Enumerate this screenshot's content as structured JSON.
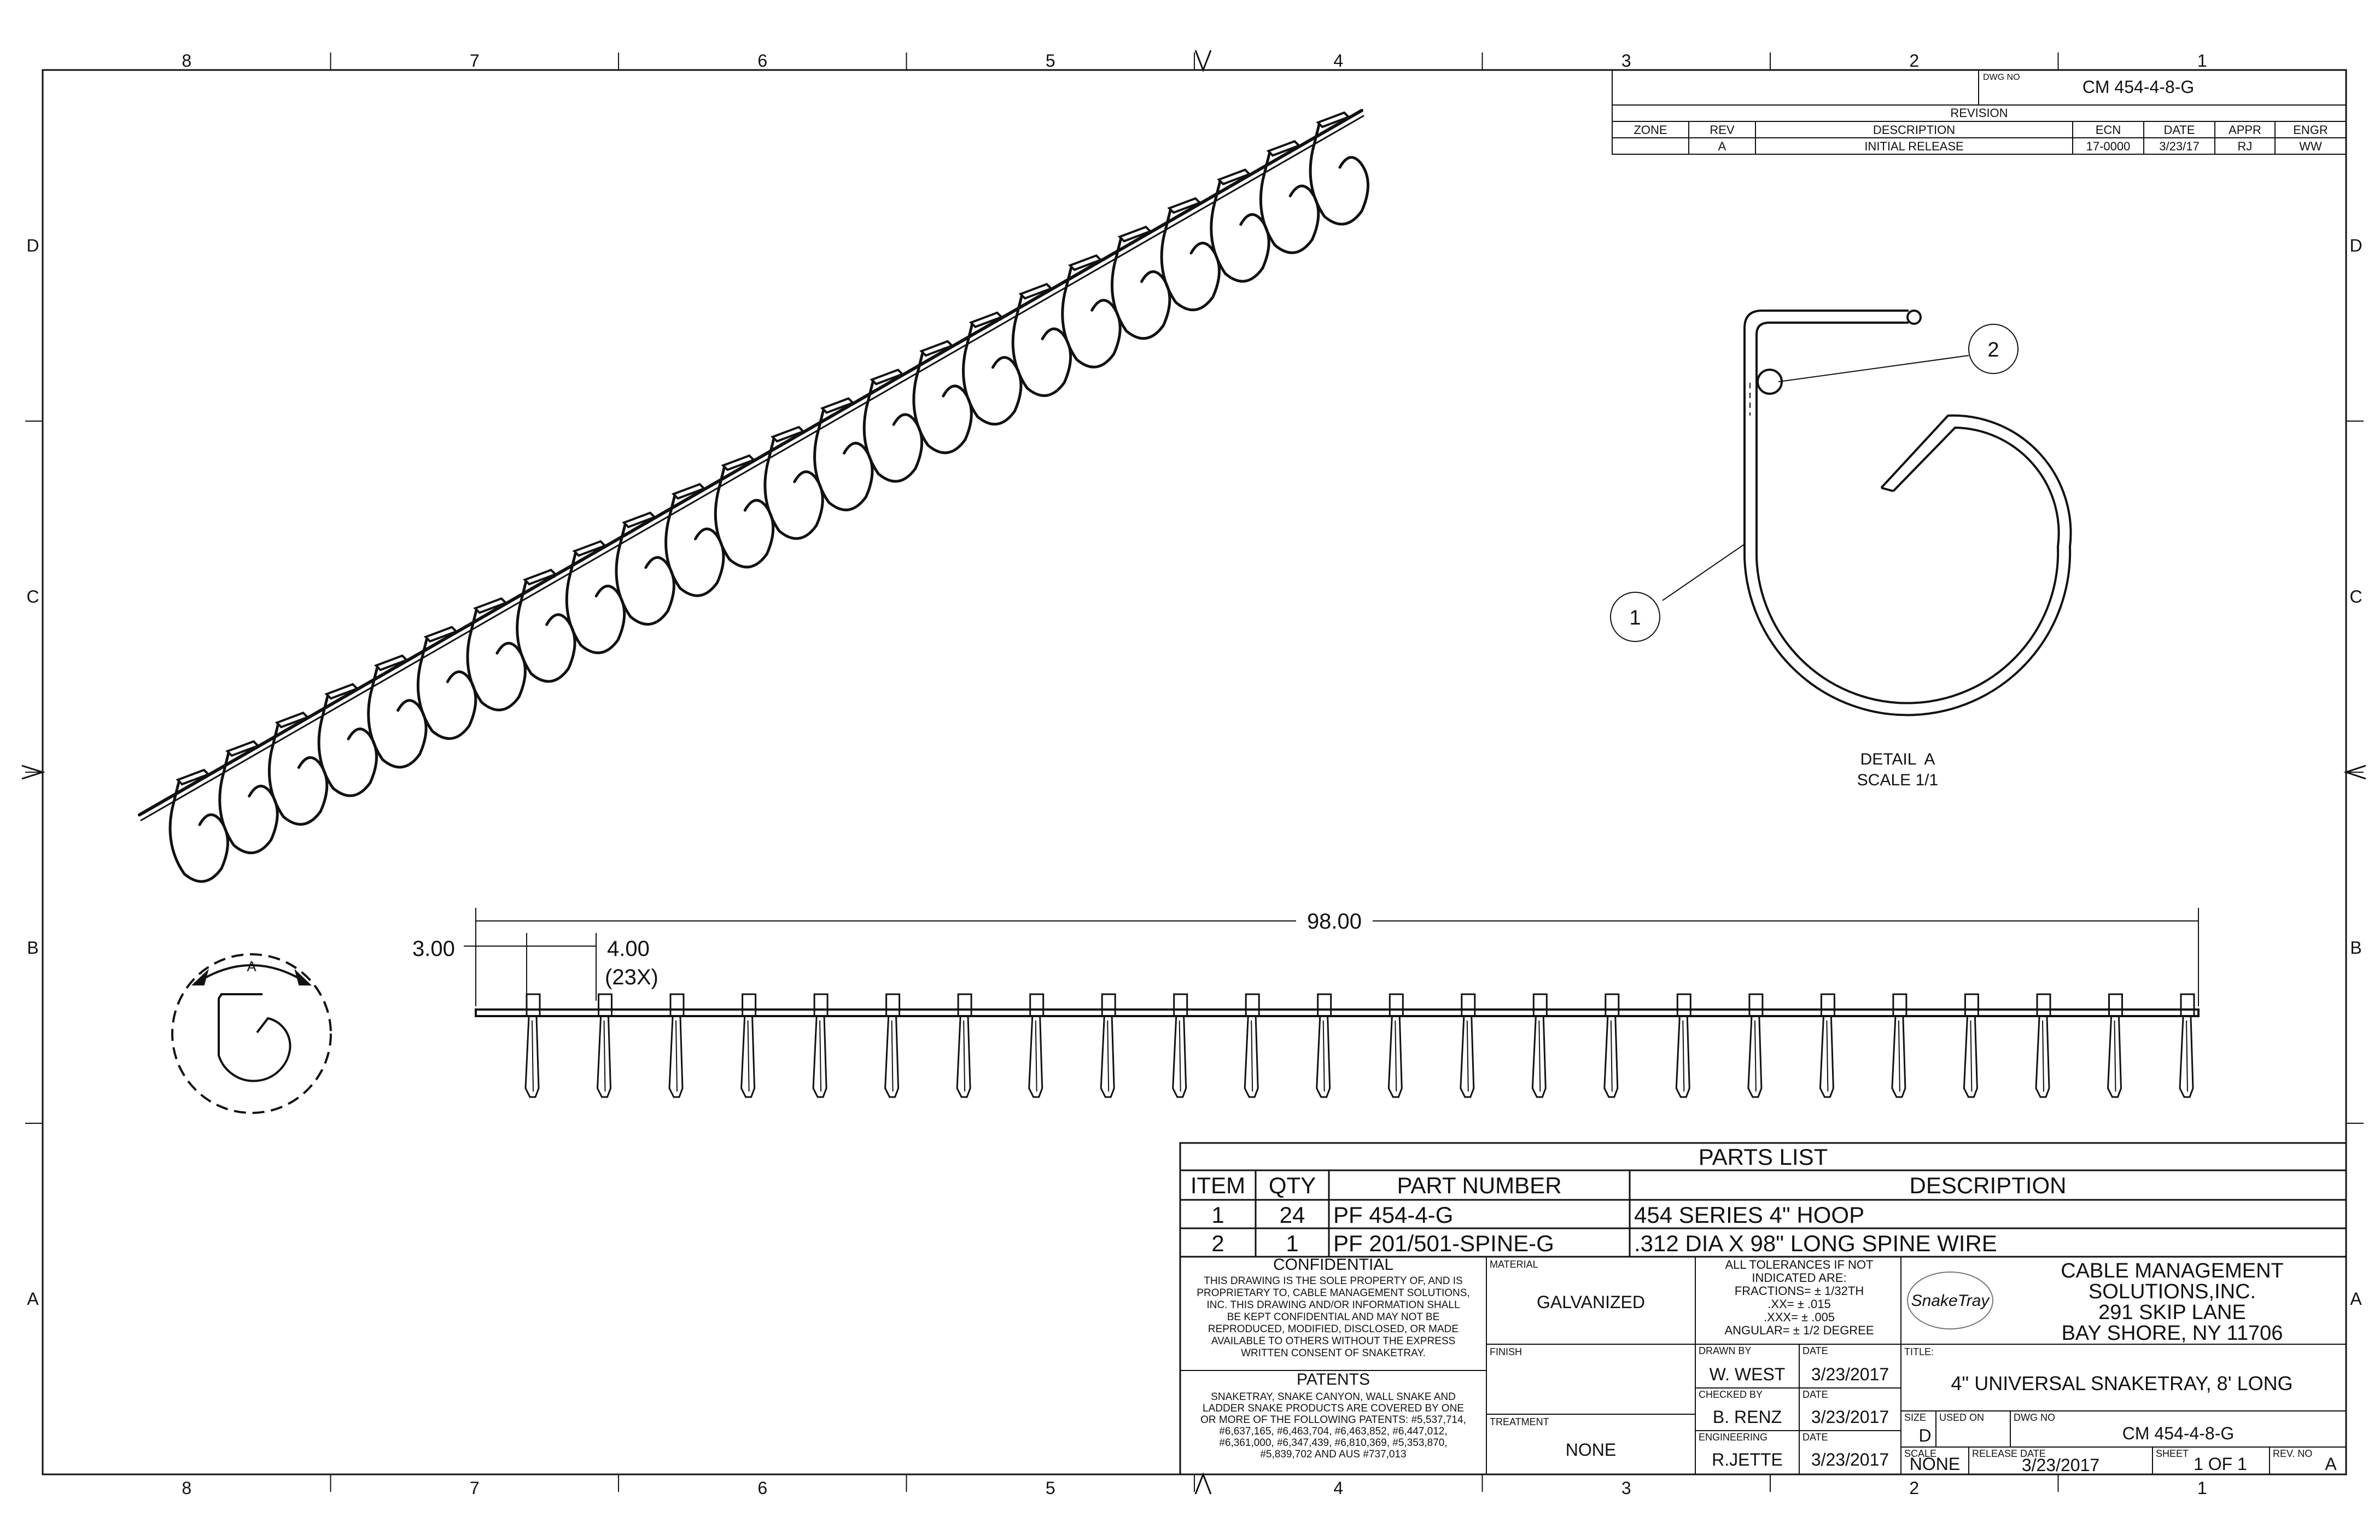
{
  "border": {
    "columns": [
      "8",
      "7",
      "6",
      "5",
      "4",
      "3",
      "2",
      "1"
    ],
    "rows": [
      "D",
      "C",
      "B",
      "A"
    ]
  },
  "revision_block": {
    "dwg_no_label": "DWG NO",
    "dwg_no": "CM 454-4-8-G",
    "title": "REVISION",
    "headers": [
      "ZONE",
      "REV",
      "DESCRIPTION",
      "ECN",
      "DATE",
      "APPR",
      "ENGR"
    ],
    "row": [
      "",
      "A",
      "INITIAL RELEASE",
      "17-0000",
      "3/23/17",
      "RJ",
      "WW"
    ]
  },
  "detail": {
    "title": "DETAIL  A",
    "scale": "SCALE 1/1",
    "balloon_1": "1",
    "balloon_2": "2",
    "view_label": "A"
  },
  "dimensions": {
    "overall": "98.00",
    "start": "3.00",
    "pitch": "4.00",
    "pitch_count": "(23X)"
  },
  "parts_list": {
    "title": "PARTS LIST",
    "headers": [
      "ITEM",
      "QTY",
      "PART NUMBER",
      "DESCRIPTION"
    ],
    "rows": [
      [
        "1",
        "24",
        "PF 454-4-G",
        "454 SERIES 4\" HOOP"
      ],
      [
        "2",
        "1",
        "PF 201/501-SPINE-G",
        ".312 DIA X 98\" LONG SPINE WIRE"
      ]
    ]
  },
  "title_block": {
    "confidential_title": "CONFIDENTIAL",
    "confidential_text": [
      "THIS DRAWING IS THE SOLE PROPERTY OF, AND IS",
      "PROPRIETARY TO, CABLE MANAGEMENT SOLUTIONS,",
      "INC. THIS DRAWING AND/OR INFORMATION SHALL",
      "BE KEPT CONFIDENTIAL AND MAY NOT BE",
      "REPRODUCED, MODIFIED, DISCLOSED, OR MADE",
      "AVAILABLE TO OTHERS WITHOUT THE EXPRESS",
      "WRITTEN CONSENT OF SNAKETRAY."
    ],
    "patents_title": "PATENTS",
    "patents_text": [
      "SNAKETRAY, SNAKE CANYON, WALL SNAKE AND",
      "LADDER SNAKE PRODUCTS ARE COVERED BY ONE",
      "OR MORE OF THE FOLLOWING PATENTS: #5,537,714,",
      "#6,637,165, #6,463,704, #6,463,852, #6,447,012,",
      "#6,361,000, #6,347,439, #6,810,369, #5,353,870,",
      "#5,839,702 AND AUS #737,013"
    ],
    "material_label": "MATERIAL",
    "material": "GALVANIZED",
    "finish_label": "FINISH",
    "finish": "",
    "treatment_label": "TREATMENT",
    "treatment": "NONE",
    "tolerances": [
      "ALL TOLERANCES IF NOT",
      "INDICATED ARE:",
      "FRACTIONS= ± 1/32TH",
      ".XX= ± .015",
      ".XXX= ± .005",
      "ANGULAR= ± 1/2 DEGREE"
    ],
    "drawn_by_label": "DRAWN BY",
    "drawn_by": "W. WEST",
    "checked_by_label": "CHECKED BY",
    "checked_by": "B. RENZ",
    "engineering_label": "ENGINEERING",
    "engineering": "R.JETTE",
    "date_label": "DATE",
    "drawn_date": "3/23/2017",
    "checked_date": "3/23/2017",
    "eng_date": "3/23/2017",
    "logo_text": "SnakeTray",
    "company": [
      "CABLE MANAGEMENT",
      "SOLUTIONS,INC.",
      "291 SKIP LANE",
      "BAY SHORE, NY 11706"
    ],
    "title_label": "TITLE:",
    "title": "4\" UNIVERSAL SNAKETRAY, 8' LONG",
    "size_label": "SIZE",
    "size": "D",
    "used_on_label": "USED ON",
    "dwg_no_label": "DWG NO",
    "dwg_no": "CM 454-4-8-G",
    "scale_label": "SCALE",
    "scale": "NONE",
    "release_date_label": "RELEASE DATE",
    "release_date": "3/23/2017",
    "sheet_label": "SHEET",
    "sheet": "1 OF 1",
    "rev_no_label": "REV. NO",
    "rev": "A"
  },
  "colors": {
    "line": "#111111",
    "faint": "#888888"
  }
}
